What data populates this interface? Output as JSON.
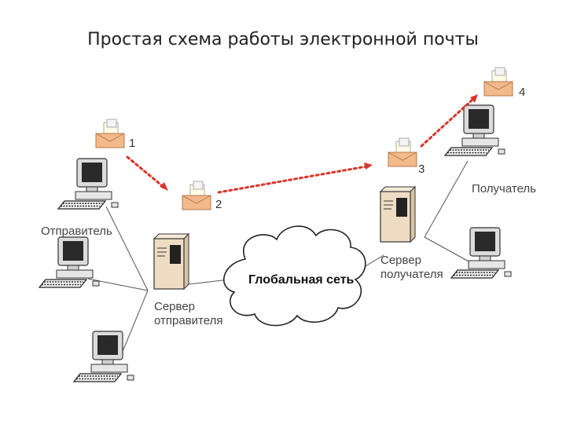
{
  "title": "Простая схема работы электронной почты",
  "labels": {
    "sender": "Отправитель",
    "receiver": "Получатель",
    "sender_server": [
      "Сервер",
      "отправителя"
    ],
    "receiver_server": [
      "Сервер",
      "получателя"
    ],
    "network": "Глобальная сеть"
  },
  "steps": [
    "1",
    "2",
    "3",
    "4"
  ],
  "colors": {
    "arrow": "#d9362b",
    "envelope": "#f2b98a",
    "server": "#efdcc2",
    "monitor_screen": "#2a2a2a"
  }
}
